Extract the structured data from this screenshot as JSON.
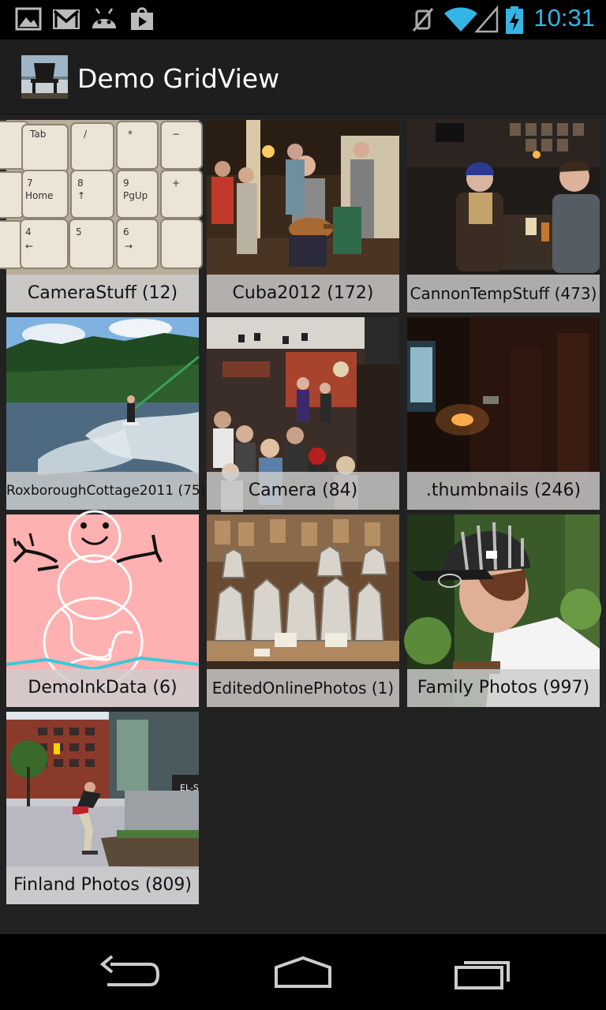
{
  "status_bar": {
    "time": "10:31",
    "icons": [
      "image-icon",
      "gmail-icon",
      "android-icon",
      "play-store-icon",
      "mute-icon",
      "wifi-icon",
      "signal-icon",
      "battery-icon"
    ]
  },
  "action_bar": {
    "title": "Demo GridView",
    "icon": "chair-app-icon"
  },
  "albums": [
    {
      "label": "CameraStuff (12)"
    },
    {
      "label": "Cuba2012 (172)"
    },
    {
      "label": "CannonTempStuff (473)"
    },
    {
      "label": "RoxboroughCottage2011 (75)"
    },
    {
      "label": "Camera (84)"
    },
    {
      "label": ".thumbnails (246)"
    },
    {
      "label": "DemoInkData (6)"
    },
    {
      "label": "EditedOnlinePhotos (1)"
    },
    {
      "label": "Family Photos (997)"
    },
    {
      "label": "Finland Photos (809)"
    }
  ],
  "nav_bar": {
    "icons": [
      "back-icon",
      "home-icon",
      "recents-icon"
    ]
  },
  "colors": {
    "accent": "#33b5e5",
    "background": "#222222",
    "caption_bg": "#cdcdcd"
  }
}
